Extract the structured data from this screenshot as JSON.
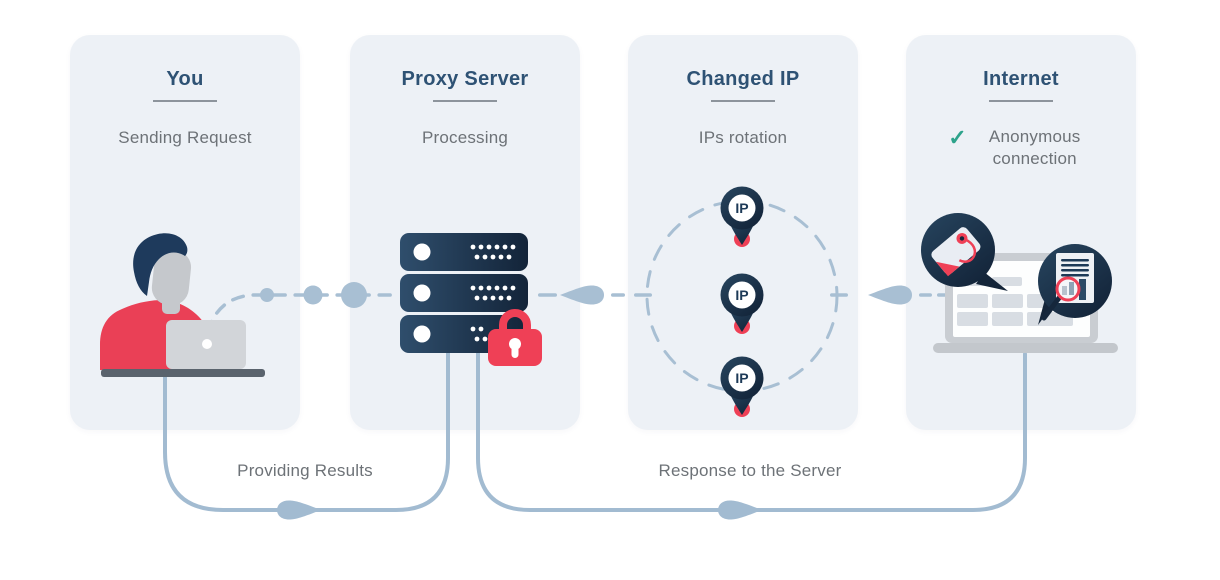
{
  "panels": [
    {
      "id": "you",
      "title": "You",
      "subtitle": "Sending Request"
    },
    {
      "id": "proxy",
      "title": "Proxy Server",
      "subtitle": "Processing"
    },
    {
      "id": "changed-ip",
      "title": "Changed IP",
      "subtitle": "IPs rotation"
    },
    {
      "id": "internet",
      "title": "Internet",
      "subtitle": "Anonymous connection"
    }
  ],
  "icons": {
    "check": "✓"
  },
  "pins": {
    "label": "IP"
  },
  "flow_labels": {
    "providing_results": "Providing Results",
    "response_to_server": "Response to the Server"
  },
  "colors": {
    "panel_bg": "#edf1f6",
    "heading_navy": "#2e5274",
    "body_gray": "#6d7277",
    "connector_blue": "#a8bfd3",
    "curve_blue": "#a2bbd1",
    "illustration_navy": "#1d3a57",
    "accent_red": "#ef4056",
    "check_green": "#2da38b"
  }
}
